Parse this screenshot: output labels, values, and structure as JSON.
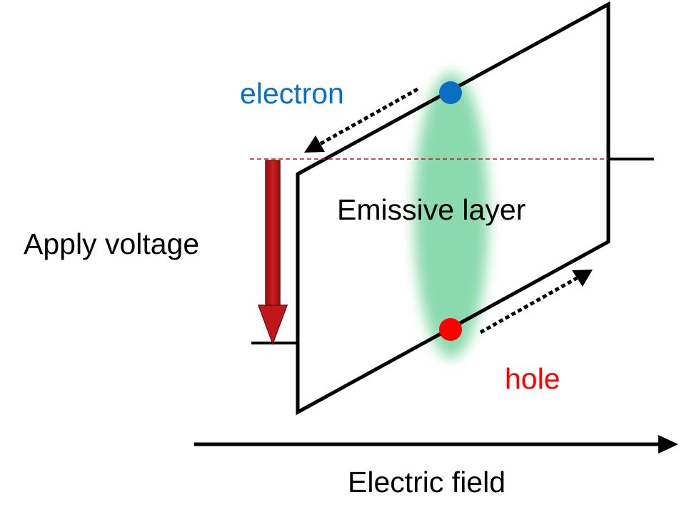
{
  "labels": {
    "electron": "electron",
    "hole": "hole",
    "emissive_layer": "Emissive layer",
    "apply_voltage": "Apply voltage",
    "electric_field": "Electric field"
  },
  "colors": {
    "electron": "#0a6fc2",
    "hole": "#ff0000",
    "voltage_arrow": "#c0171a",
    "recombination_zone": "#7fd6a6",
    "reference_line": "#c0171a",
    "outline": "#000000"
  }
}
